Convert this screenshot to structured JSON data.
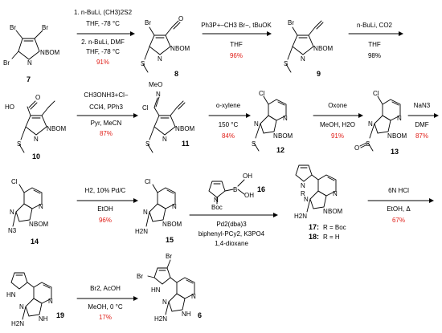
{
  "colors": {
    "yield": "#e0201a",
    "ink": "#000000"
  },
  "compounds": {
    "c7": "7",
    "c8": "8",
    "c9": "9",
    "c10": "10",
    "c11": "11",
    "c12": "12",
    "c13": "13",
    "c14": "14",
    "c15": "15",
    "c16": "16",
    "c17": "17:",
    "c17r": "R = Boc",
    "c18": "18:",
    "c18r": "R = H",
    "c19": "19",
    "c6": "6"
  },
  "atoms": {
    "br": "Br",
    "n": "N",
    "bom": "BOM",
    "o": "O",
    "s": "S",
    "cl": "Cl",
    "ho": "HO",
    "meo": "MeO",
    "nh": "NH",
    "hn": "HN",
    "h2n": "H2N",
    "n3": "N3",
    "b": "B",
    "oh": "OH",
    "boc": "Boc",
    "r": "R",
    "h": "H"
  },
  "steps": [
    {
      "lines": [
        "1. n-BuLi, (CH3)2S2",
        "THF, -78 °C",
        "2. n-BuLi, DMF",
        "THF, -78 °C"
      ],
      "yield": "91%"
    },
    {
      "lines": [
        "Ph3P+–CH3 Br−, tBuOK",
        "THF"
      ],
      "yield": "96%"
    },
    {
      "lines": [
        "n-BuLi, CO2",
        "THF"
      ],
      "yield": "98%"
    },
    {
      "lines": [
        "CH3ONH3+Cl−",
        "CCl4, PPh3",
        "Pyr, MeCN"
      ],
      "yield": "87%"
    },
    {
      "lines": [
        "o-xylene",
        "150 °C"
      ],
      "yield": "84%"
    },
    {
      "lines": [
        "Oxone",
        "MeOH, H2O"
      ],
      "yield": "91%"
    },
    {
      "lines": [
        "NaN3",
        "DMF"
      ],
      "yield": "87%"
    },
    {
      "lines": [
        "H2, 10% Pd/C",
        "EtOH"
      ],
      "yield": "96%"
    },
    {
      "lines": [
        "Pd2(dba)3",
        "biphenyl-PCy2, K3PO4",
        "1,4-dioxane"
      ],
      "yield": ""
    },
    {
      "lines": [
        "6N HCl",
        "EtOH, Δ"
      ],
      "yield": "67%"
    },
    {
      "lines": [
        "Br2, AcOH",
        "MeOH, 0 °C"
      ],
      "yield": "17%"
    }
  ]
}
